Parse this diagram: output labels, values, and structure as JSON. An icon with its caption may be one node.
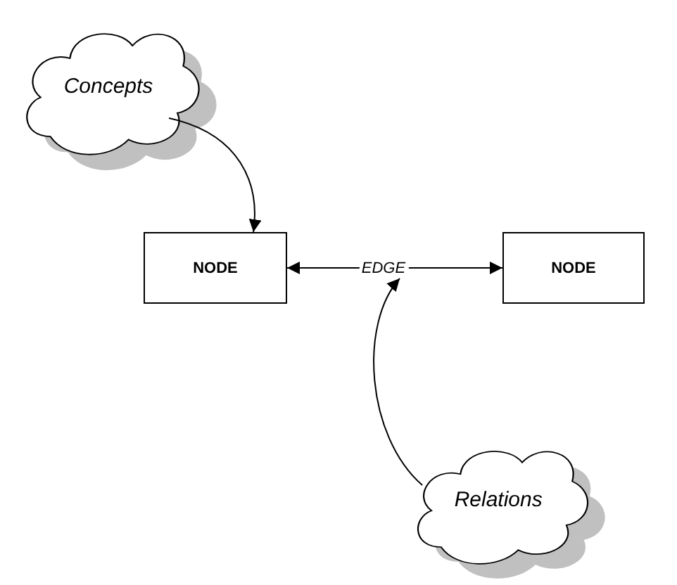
{
  "diagram": {
    "nodes": [
      {
        "text": [
          "Concepts"
        ]
      },
      {
        "text": [
          "NODE"
        ]
      },
      {
        "text": [
          "NODE"
        ]
      },
      {
        "text": [
          "Relations"
        ]
      }
    ],
    "edges": [
      {
        "from": 0,
        "to": 1,
        "arrow": "to"
      },
      {
        "from": 1,
        "to": 2,
        "label": "EDGE",
        "arrow": "both"
      },
      {
        "from": 3,
        "to": null,
        "arrow": "to"
      }
    ]
  }
}
